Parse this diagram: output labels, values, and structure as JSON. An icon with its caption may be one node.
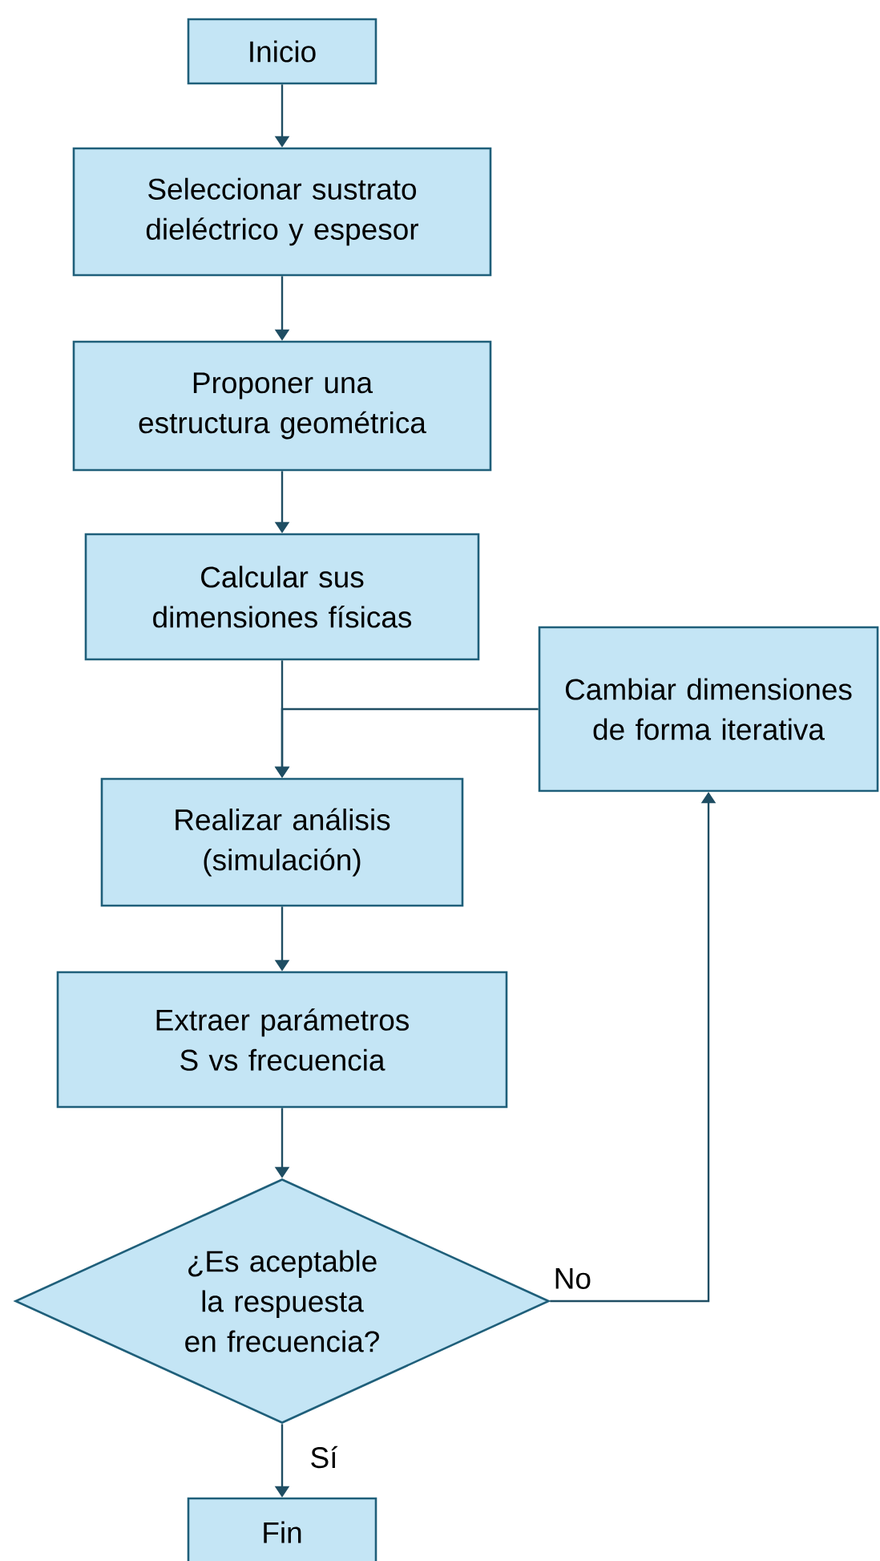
{
  "diagram": {
    "nodes": [
      {
        "text": [
          "Inicio"
        ]
      },
      {
        "text": [
          "Seleccionar sustrato dieléctrico y espesor"
        ]
      },
      {
        "text": [
          "Proponer una estructura geométrica"
        ]
      },
      {
        "text": [
          "Calcular sus dimensiones físicas"
        ]
      },
      {
        "text": [
          "Cambiar dimensiones de forma iterativa"
        ]
      },
      {
        "text": [
          "Realizar análisis (simulación)"
        ]
      },
      {
        "text": [
          "Extraer parámetros S vs frecuencia"
        ]
      },
      {
        "text": [
          "¿Es aceptable la respuesta en frecuencia?"
        ]
      },
      {
        "text": [
          "Fin"
        ]
      }
    ],
    "edges": [
      {
        "from": 0,
        "to": 1,
        "arrow": "to"
      },
      {
        "from": 1,
        "to": 2,
        "arrow": "to"
      },
      {
        "from": 2,
        "to": 3,
        "arrow": "to"
      },
      {
        "from": 3,
        "to": 5,
        "arrow": "to"
      },
      {
        "from": 5,
        "to": 6,
        "arrow": "to"
      },
      {
        "from": 6,
        "to": 7,
        "arrow": "to"
      },
      {
        "from": 7,
        "to": 4,
        "arrow": "to",
        "label": "No"
      },
      {
        "from": 4,
        "to": 5,
        "arrow": "to"
      },
      {
        "from": 7,
        "to": 8,
        "arrow": "to",
        "label": "Sí"
      }
    ]
  }
}
